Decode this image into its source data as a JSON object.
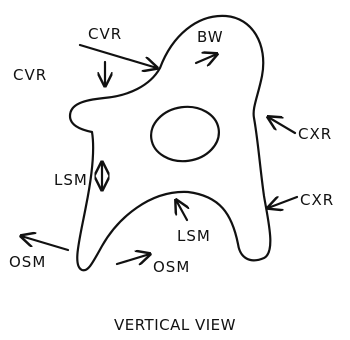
{
  "labels": {
    "cvr_top": "CVR",
    "cvr_left": "CVR",
    "bw": "BW",
    "cxr_upper": "CXR",
    "cxr_lower": "CXR",
    "lsm_left": "LSM",
    "lsm_bottom": "LSM",
    "osm_left": "OSM",
    "osm_right": "OSM"
  },
  "caption": "VERTICAL VIEW",
  "colors": {
    "ink": "#111111",
    "background": "#ffffff"
  }
}
